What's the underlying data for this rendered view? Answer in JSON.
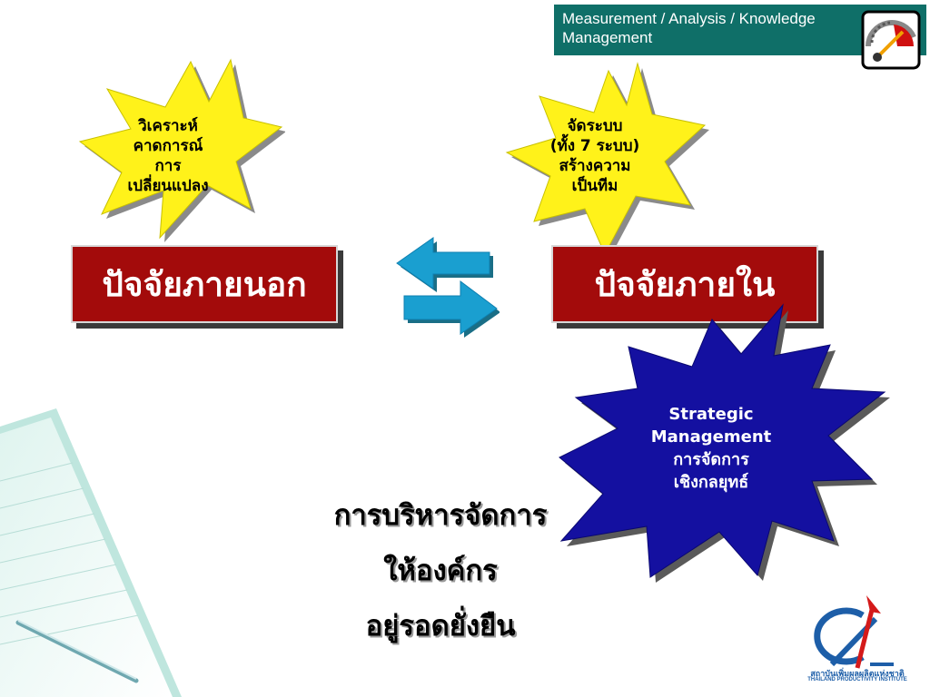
{
  "header": {
    "title_line1": "Measurement / Analysis / Knowledge",
    "title_line2": "Management"
  },
  "bursts": {
    "analyze": [
      "วิเคราะห์",
      "คาดการณ์",
      "การ",
      "เปลี่ยนแปลง"
    ],
    "organize": [
      "จัดระบบ",
      "(ทั้ง 7 ระบบ)",
      "สร้างความ",
      "เป็นทีม"
    ],
    "strategic": [
      "Strategic",
      "Management",
      "การจัดการ",
      "เชิงกลยุทธ์"
    ]
  },
  "factors": {
    "external": "ปัจจัยภายนอก",
    "internal": "ปัจจัยภายใน"
  },
  "central": [
    "การบริหารจัดการ",
    "ให้องค์กร",
    "อยู่รอดยั่งยืน"
  ],
  "logo": {
    "thai_name": "สถาบันเพิ่มผลผลิตแห่งชาติ",
    "english_name": "THAILAND PRODUCTIVITY INSTITUTE"
  },
  "colors": {
    "header_bg": "#0f6f68",
    "factor_bg": "#a30b0b",
    "burst_yellow": "#fff21a",
    "burst_blue": "#1410a0",
    "arrow_blue": "#1a9fd0"
  },
  "icons": [
    "gauge-icon",
    "swap-arrows-icon",
    "notebook-pen-illustration",
    "institute-logo"
  ]
}
